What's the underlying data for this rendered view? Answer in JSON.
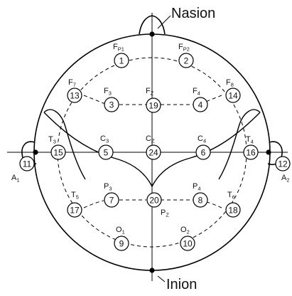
{
  "landmarks": {
    "nasion": "Nasion",
    "inion": "Inion"
  },
  "electrodes": [
    {
      "id": "fp1",
      "number": "1",
      "main": "F",
      "sub": "P1"
    },
    {
      "id": "fp2",
      "number": "2",
      "main": "F",
      "sub": "P2"
    },
    {
      "id": "f7",
      "number": "13",
      "main": "F",
      "sub": "7"
    },
    {
      "id": "f3",
      "number": "3",
      "main": "F",
      "sub": "3"
    },
    {
      "id": "fz",
      "number": "19",
      "main": "F",
      "sub": "Z"
    },
    {
      "id": "f4",
      "number": "4",
      "main": "F",
      "sub": "4"
    },
    {
      "id": "f8",
      "number": "14",
      "main": "F",
      "sub": "8"
    },
    {
      "id": "a1",
      "number": "11",
      "main": "A",
      "sub": "1"
    },
    {
      "id": "t3",
      "number": "15",
      "main": "T",
      "sub": "3"
    },
    {
      "id": "c3",
      "number": "5",
      "main": "C",
      "sub": "3"
    },
    {
      "id": "cz",
      "number": "24",
      "main": "C",
      "sub": "Z"
    },
    {
      "id": "c4",
      "number": "6",
      "main": "C",
      "sub": "4"
    },
    {
      "id": "t4",
      "number": "16",
      "main": "T",
      "sub": "4"
    },
    {
      "id": "a2",
      "number": "12",
      "main": "A",
      "sub": "2"
    },
    {
      "id": "t5",
      "number": "17",
      "main": "T",
      "sub": "5"
    },
    {
      "id": "p3",
      "number": "7",
      "main": "P",
      "sub": "3"
    },
    {
      "id": "pz",
      "number": "20",
      "main": "P",
      "sub": "Z"
    },
    {
      "id": "p4",
      "number": "8",
      "main": "P",
      "sub": "4"
    },
    {
      "id": "t6",
      "number": "18",
      "main": "T",
      "sub": "6"
    },
    {
      "id": "o1",
      "number": "9",
      "main": "O",
      "sub": "1"
    },
    {
      "id": "o2",
      "number": "10",
      "main": "O",
      "sub": "2"
    }
  ]
}
